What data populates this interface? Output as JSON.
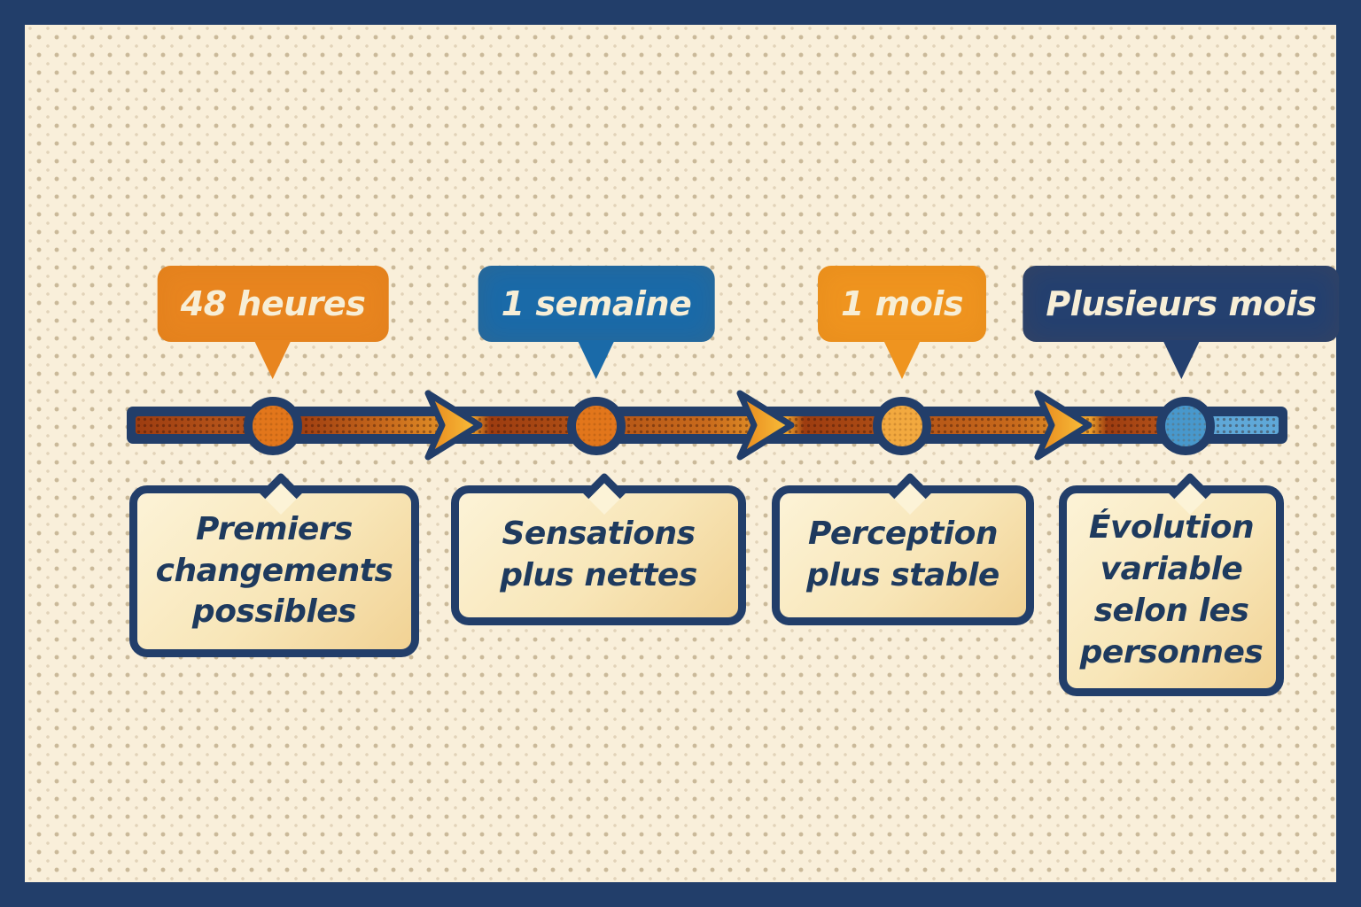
{
  "diagram_type": "timeline",
  "language": "fr",
  "stages": [
    {
      "time_label": "48 heures",
      "description": "Premiers changements possibles",
      "description_lines": [
        "Premiers",
        "changements",
        "possibles"
      ],
      "bubble_color": "#e8851f",
      "node_color": "#e2761b"
    },
    {
      "time_label": "1 semaine",
      "description": "Sensations plus nettes",
      "description_lines": [
        "Sensations",
        "plus nettes"
      ],
      "bubble_color": "#1a6aa8",
      "node_color": "#e2761b"
    },
    {
      "time_label": "1 mois",
      "description": "Perception plus stable",
      "description_lines": [
        "Perception",
        "plus stable"
      ],
      "bubble_color": "#ef941f",
      "node_color": "#f2a93f"
    },
    {
      "time_label": "Plusieurs mois",
      "description": "Évolution variable selon les personnes",
      "description_lines": [
        "Évolution",
        "variable",
        "selon les",
        "personnes"
      ],
      "bubble_color": "#24406f",
      "node_color": "#4898cc"
    }
  ],
  "colors": {
    "navy": "#223e6a",
    "paper": "#f9efda",
    "bubble_text": "#f7eed6",
    "box_text": "#1e3a5e",
    "box_light": "#fcf3d7",
    "box_dark": "#f1d294",
    "bar_dark": "#9d3c10",
    "bar_mid": "#c86a1c",
    "bar_bright": "#eda12b",
    "bar_blue": "#5fa8d8",
    "arrow_a": "#e8871c",
    "arrow_b": "#f9c23c"
  }
}
